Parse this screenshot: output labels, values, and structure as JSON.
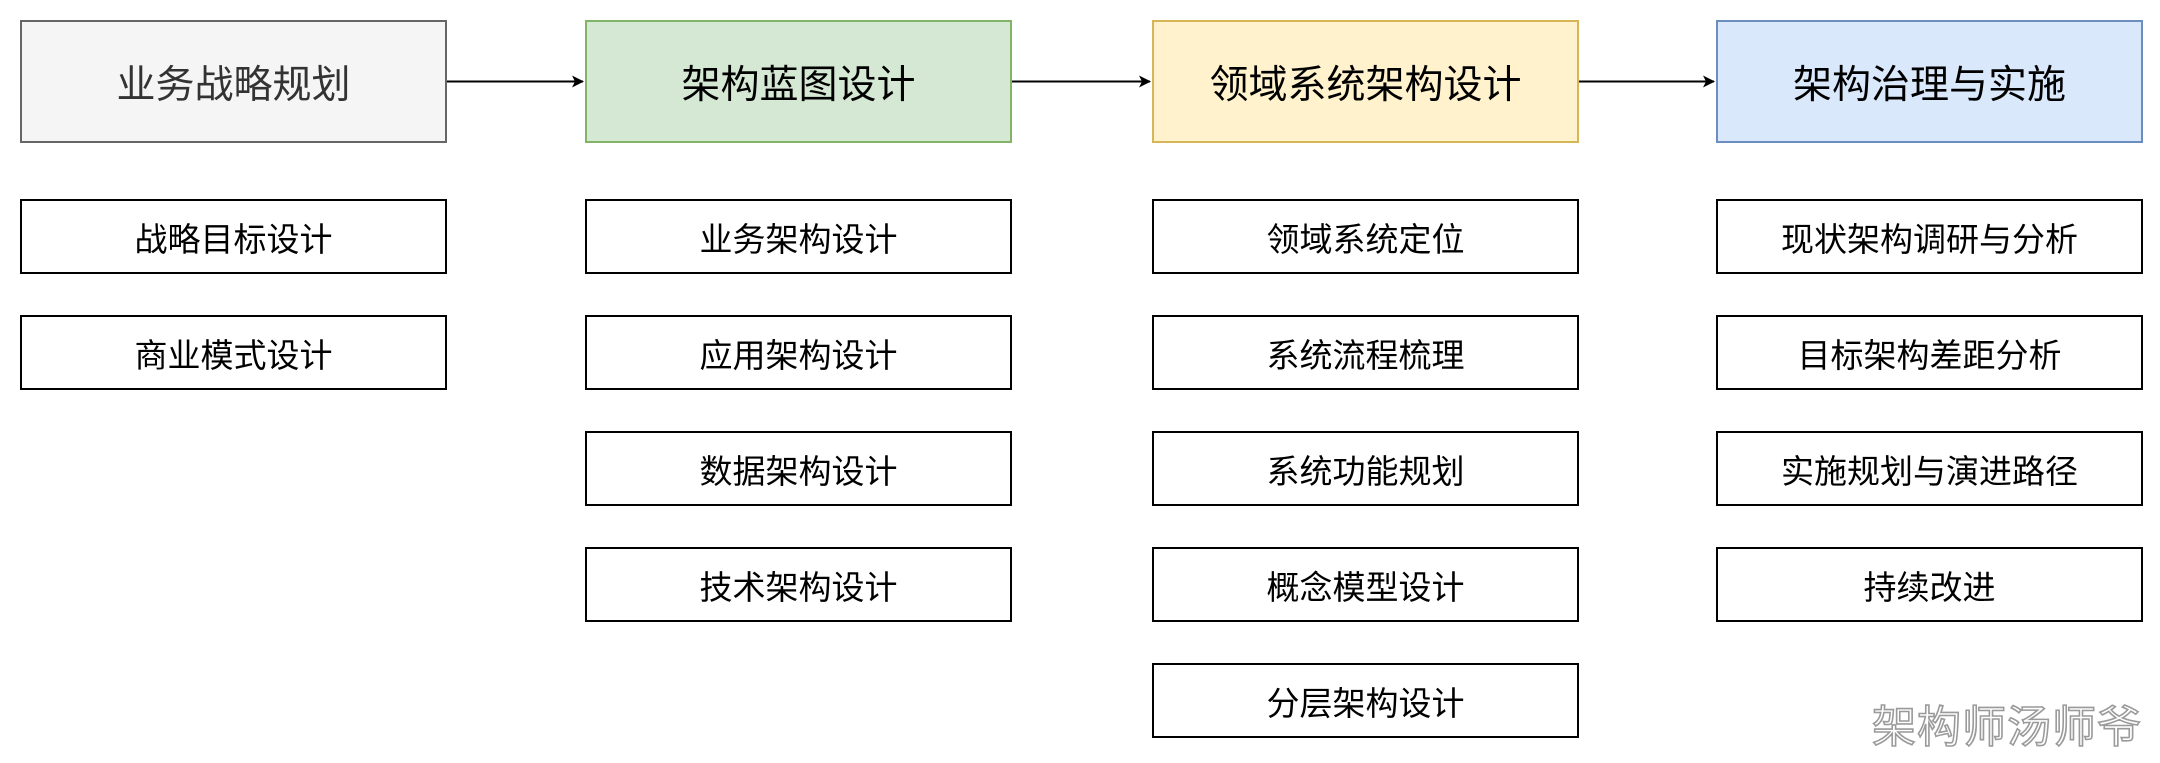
{
  "stages": [
    {
      "title": "业务战略规划",
      "fill": "#f5f5f5",
      "border": "#666666",
      "text_color": "#333333",
      "items": [
        "战略目标设计",
        "商业模式设计"
      ]
    },
    {
      "title": "架构蓝图设计",
      "fill": "#d5e8d4",
      "border": "#82b366",
      "text_color": "#000000",
      "items": [
        "业务架构设计",
        "应用架构设计",
        "数据架构设计",
        "技术架构设计"
      ]
    },
    {
      "title": "领域系统架构设计",
      "fill": "#fff2cc",
      "border": "#d6b656",
      "text_color": "#000000",
      "items": [
        "领域系统定位",
        "系统流程梳理",
        "系统功能规划",
        "概念模型设计",
        "分层架构设计"
      ]
    },
    {
      "title": "架构治理与实施",
      "fill": "#dae8fc",
      "border": "#6c8ebf",
      "text_color": "#000000",
      "items": [
        "现状架构调研与分析",
        "目标架构差距分析",
        "实施规划与演进路径",
        "持续改进"
      ]
    }
  ],
  "watermark": "架构师汤师爷"
}
